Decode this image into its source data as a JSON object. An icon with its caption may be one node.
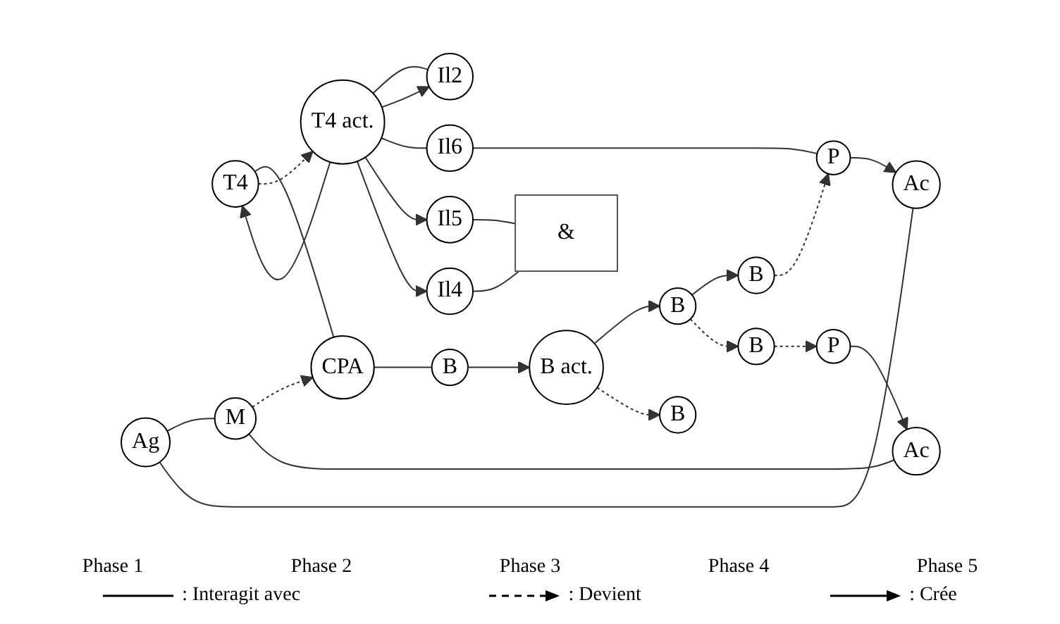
{
  "diagram": {
    "nodes": [
      {
        "text": [
          "Ag"
        ]
      },
      {
        "text": [
          "T4"
        ]
      },
      {
        "text": [
          "T4 act."
        ]
      },
      {
        "text": [
          "Il2"
        ]
      },
      {
        "text": [
          "Il6"
        ]
      },
      {
        "text": [
          "Il5"
        ]
      },
      {
        "text": [
          "Il4"
        ]
      },
      {
        "text": [
          "&"
        ]
      },
      {
        "text": [
          "M"
        ]
      },
      {
        "text": [
          "CPA"
        ]
      },
      {
        "text": [
          "B"
        ]
      },
      {
        "text": [
          "B act."
        ]
      },
      {
        "text": [
          "B"
        ]
      },
      {
        "text": [
          "B"
        ]
      },
      {
        "text": [
          "B"
        ]
      },
      {
        "text": [
          "P"
        ]
      },
      {
        "text": [
          "Ac"
        ]
      },
      {
        "text": [
          "B"
        ]
      },
      {
        "text": [
          "P"
        ]
      },
      {
        "text": [
          "Ac"
        ]
      }
    ],
    "edges": [
      {
        "from": 0,
        "to": 8,
        "arrow": "none"
      },
      {
        "from": 0,
        "to": 16,
        "arrow": "none"
      },
      {
        "from": 8,
        "to": 9,
        "arrow": "to",
        "style": "dashed"
      },
      {
        "from": 1,
        "to": 9,
        "arrow": "none"
      },
      {
        "from": 1,
        "to": 2,
        "arrow": "to",
        "style": "dashed"
      },
      {
        "from": 2,
        "to": 1,
        "arrow": "to"
      },
      {
        "from": 2,
        "to": 3,
        "arrow": "none"
      },
      {
        "from": 2,
        "to": 3,
        "arrow": "to"
      },
      {
        "from": 2,
        "to": 4,
        "arrow": "none"
      },
      {
        "from": 2,
        "to": 5,
        "arrow": "to"
      },
      {
        "from": 2,
        "to": 6,
        "arrow": "to"
      },
      {
        "from": 5,
        "to": 7,
        "arrow": "none"
      },
      {
        "from": 6,
        "to": 7,
        "arrow": "none"
      },
      {
        "from": 9,
        "to": 10,
        "arrow": "none"
      },
      {
        "from": 10,
        "to": 11,
        "arrow": "to"
      },
      {
        "from": 11,
        "to": 12,
        "arrow": "to"
      },
      {
        "from": 11,
        "to": 13,
        "arrow": "to",
        "style": "dashed"
      },
      {
        "from": 12,
        "to": 14,
        "arrow": "to"
      },
      {
        "from": 12,
        "to": 17,
        "arrow": "to",
        "style": "dashed"
      },
      {
        "from": 4,
        "to": 15,
        "arrow": "none"
      },
      {
        "from": 14,
        "to": 15,
        "arrow": "to",
        "style": "dashed"
      },
      {
        "from": 15,
        "to": 16,
        "arrow": "to"
      },
      {
        "from": 17,
        "to": 18,
        "arrow": "to",
        "style": "dashed"
      },
      {
        "from": 18,
        "to": 19,
        "arrow": "to"
      },
      {
        "from": 8,
        "to": 19,
        "arrow": "none"
      }
    ],
    "labels": [
      "Phase 1",
      "Phase 2",
      "Phase 3",
      "Phase 4",
      "Phase 5"
    ],
    "legend": [
      {
        "text": ": Interagit avec"
      },
      {
        "text": ": Devient"
      },
      {
        "text": ": Crée"
      }
    ]
  }
}
